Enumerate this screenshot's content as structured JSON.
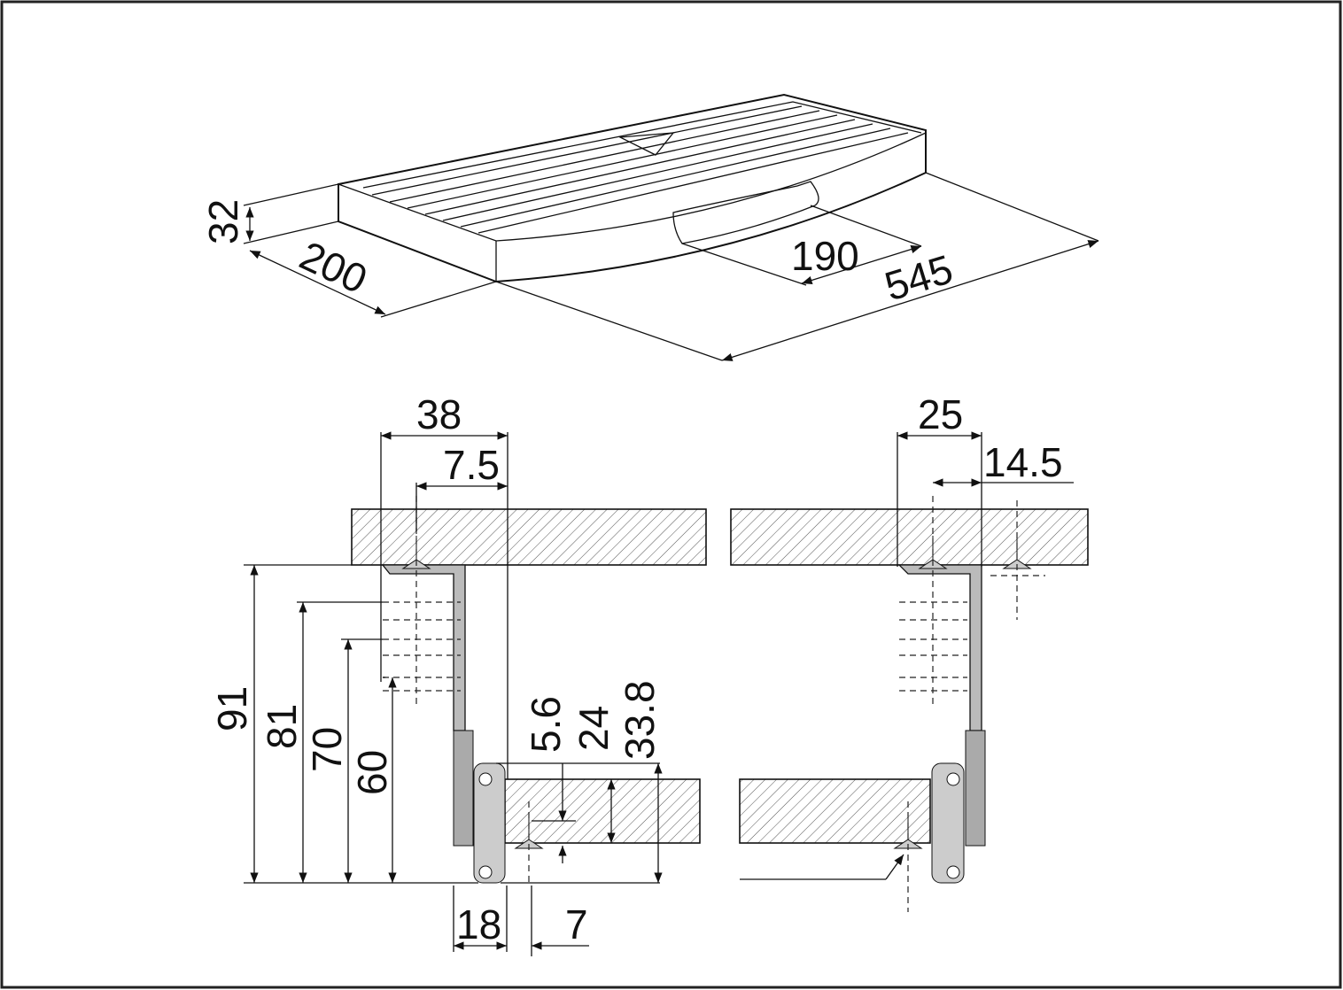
{
  "drawing": {
    "iso_dims": {
      "height": "32",
      "depth": "200",
      "handle": "190",
      "length": "545"
    },
    "left_section": {
      "width": "38",
      "screw_offset": "7.5",
      "heights": [
        "91",
        "81",
        "70",
        "60"
      ],
      "lower": {
        "d1": "5.6",
        "d2": "24",
        "d3": "33.8"
      },
      "bottom": {
        "rail": "18",
        "screw": "7"
      }
    },
    "right_section": {
      "width": "25",
      "screw_offset": "14.5"
    }
  }
}
